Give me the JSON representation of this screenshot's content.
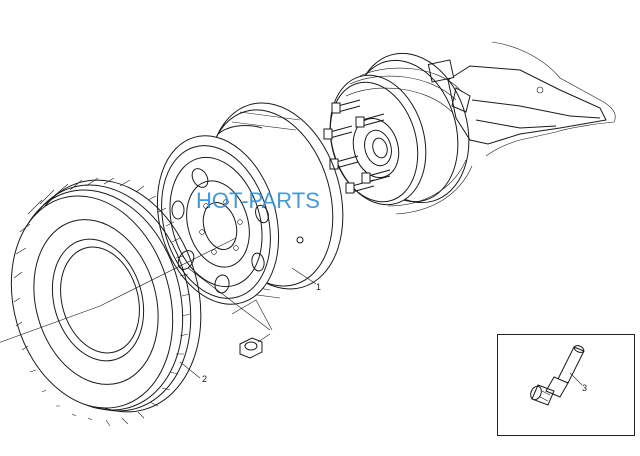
{
  "watermark": {
    "text": "HOT-PARTS",
    "color": "#2f8fd6"
  },
  "callouts": [
    {
      "id": "1",
      "text": "1",
      "part": "wheel-rim"
    },
    {
      "id": "2",
      "text": "2",
      "part": "tire"
    },
    {
      "id": "3",
      "text": "3",
      "part": "valve-stem"
    }
  ],
  "colors": {
    "line": "#1a1a1a",
    "background": "#ffffff"
  }
}
